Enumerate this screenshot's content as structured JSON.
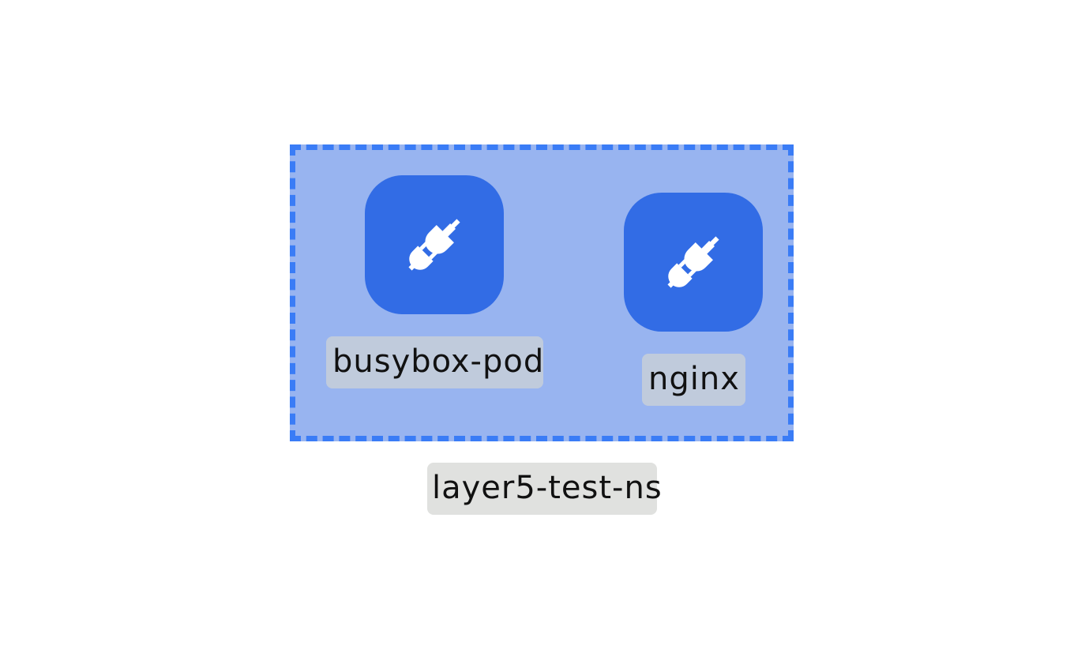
{
  "namespace": {
    "label": "layer5-test-ns"
  },
  "nodes": [
    {
      "label": "busybox-pod",
      "icon": "plug-icon"
    },
    {
      "label": "nginx",
      "icon": "plug-icon"
    }
  ],
  "colors": {
    "namespace_fill": "#98b4f0",
    "namespace_border": "#3a7cf6",
    "node_fill": "#326ce5",
    "node_label_bg": "#c0cbdc",
    "namespace_label_bg": "#e0e1df"
  }
}
